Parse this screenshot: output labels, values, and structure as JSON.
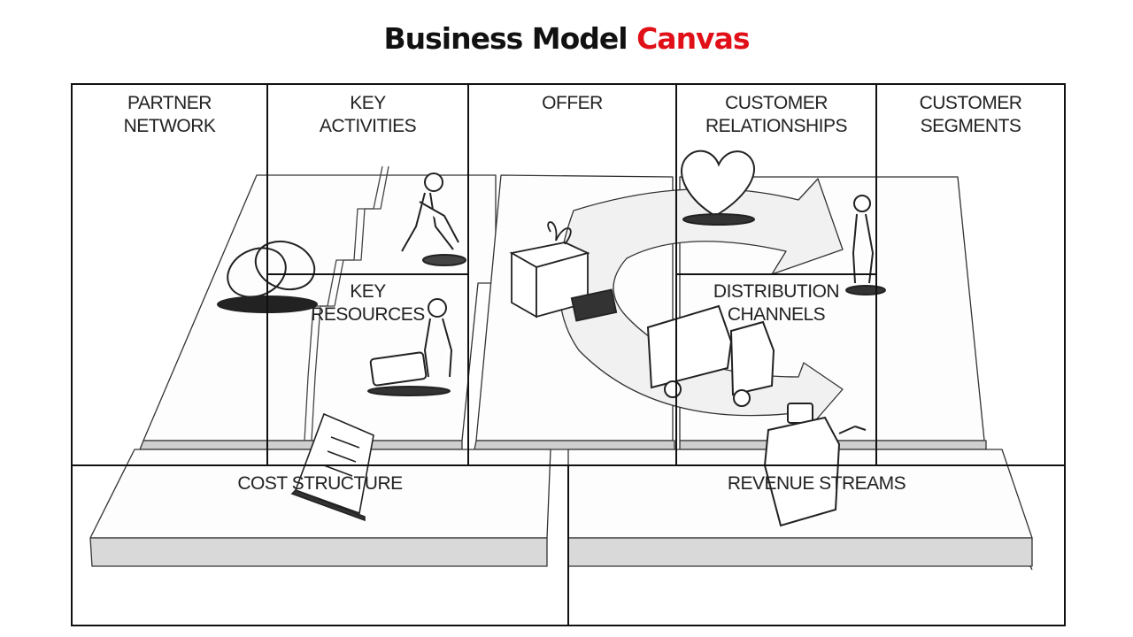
{
  "title": {
    "part1": "Business Model",
    "part2": "Canvas",
    "accent_color": "#e10f17"
  },
  "blocks": {
    "partner_network": [
      "PARTNER",
      "NETWORK"
    ],
    "key_activities": [
      "KEY",
      "ACTIVITIES"
    ],
    "key_resources": [
      "KEY",
      "RESOURCES"
    ],
    "offer": [
      "OFFER"
    ],
    "customer_relationships": [
      "CUSTOMER",
      "RELATIONSHIPS"
    ],
    "distribution_channels": [
      "DISTRIBUTION",
      "CHANNELS"
    ],
    "customer_segments": [
      "CUSTOMER",
      "SEGMENTS"
    ],
    "cost_structure": [
      "COST STRUCTURE"
    ],
    "revenue_streams": [
      "REVENUE STREAMS"
    ]
  },
  "illustrations": [
    "interlocked-rings-icon",
    "person-digging-icon",
    "person-with-box-icon",
    "document-icon",
    "gift-box-icon",
    "heart-icon",
    "delivery-truck-icon",
    "person-icon",
    "cash-register-icon"
  ]
}
